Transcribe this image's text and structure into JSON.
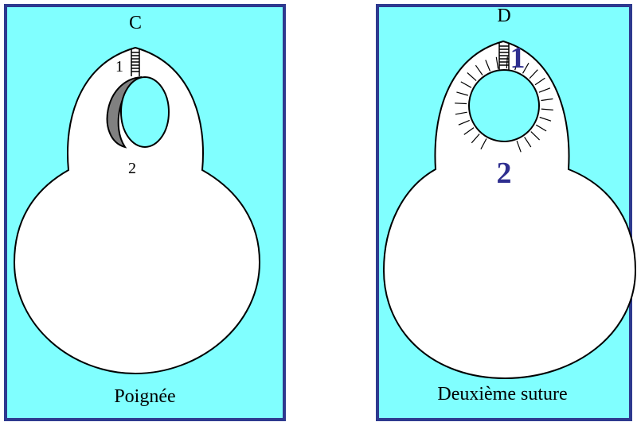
{
  "panels": [
    {
      "letter": "C",
      "caption": "Poignée",
      "marks": [
        "1",
        "2"
      ]
    },
    {
      "letter": "D",
      "caption": "Deuxième suture",
      "marks": [
        "1",
        "2"
      ]
    }
  ],
  "colors": {
    "background": "#80ffff",
    "frame": "#2e3a8f",
    "shape_fill": "#ffffff",
    "outline": "#000000",
    "flap_gray": "#808080",
    "number_blue": "#2e2e8f"
  }
}
